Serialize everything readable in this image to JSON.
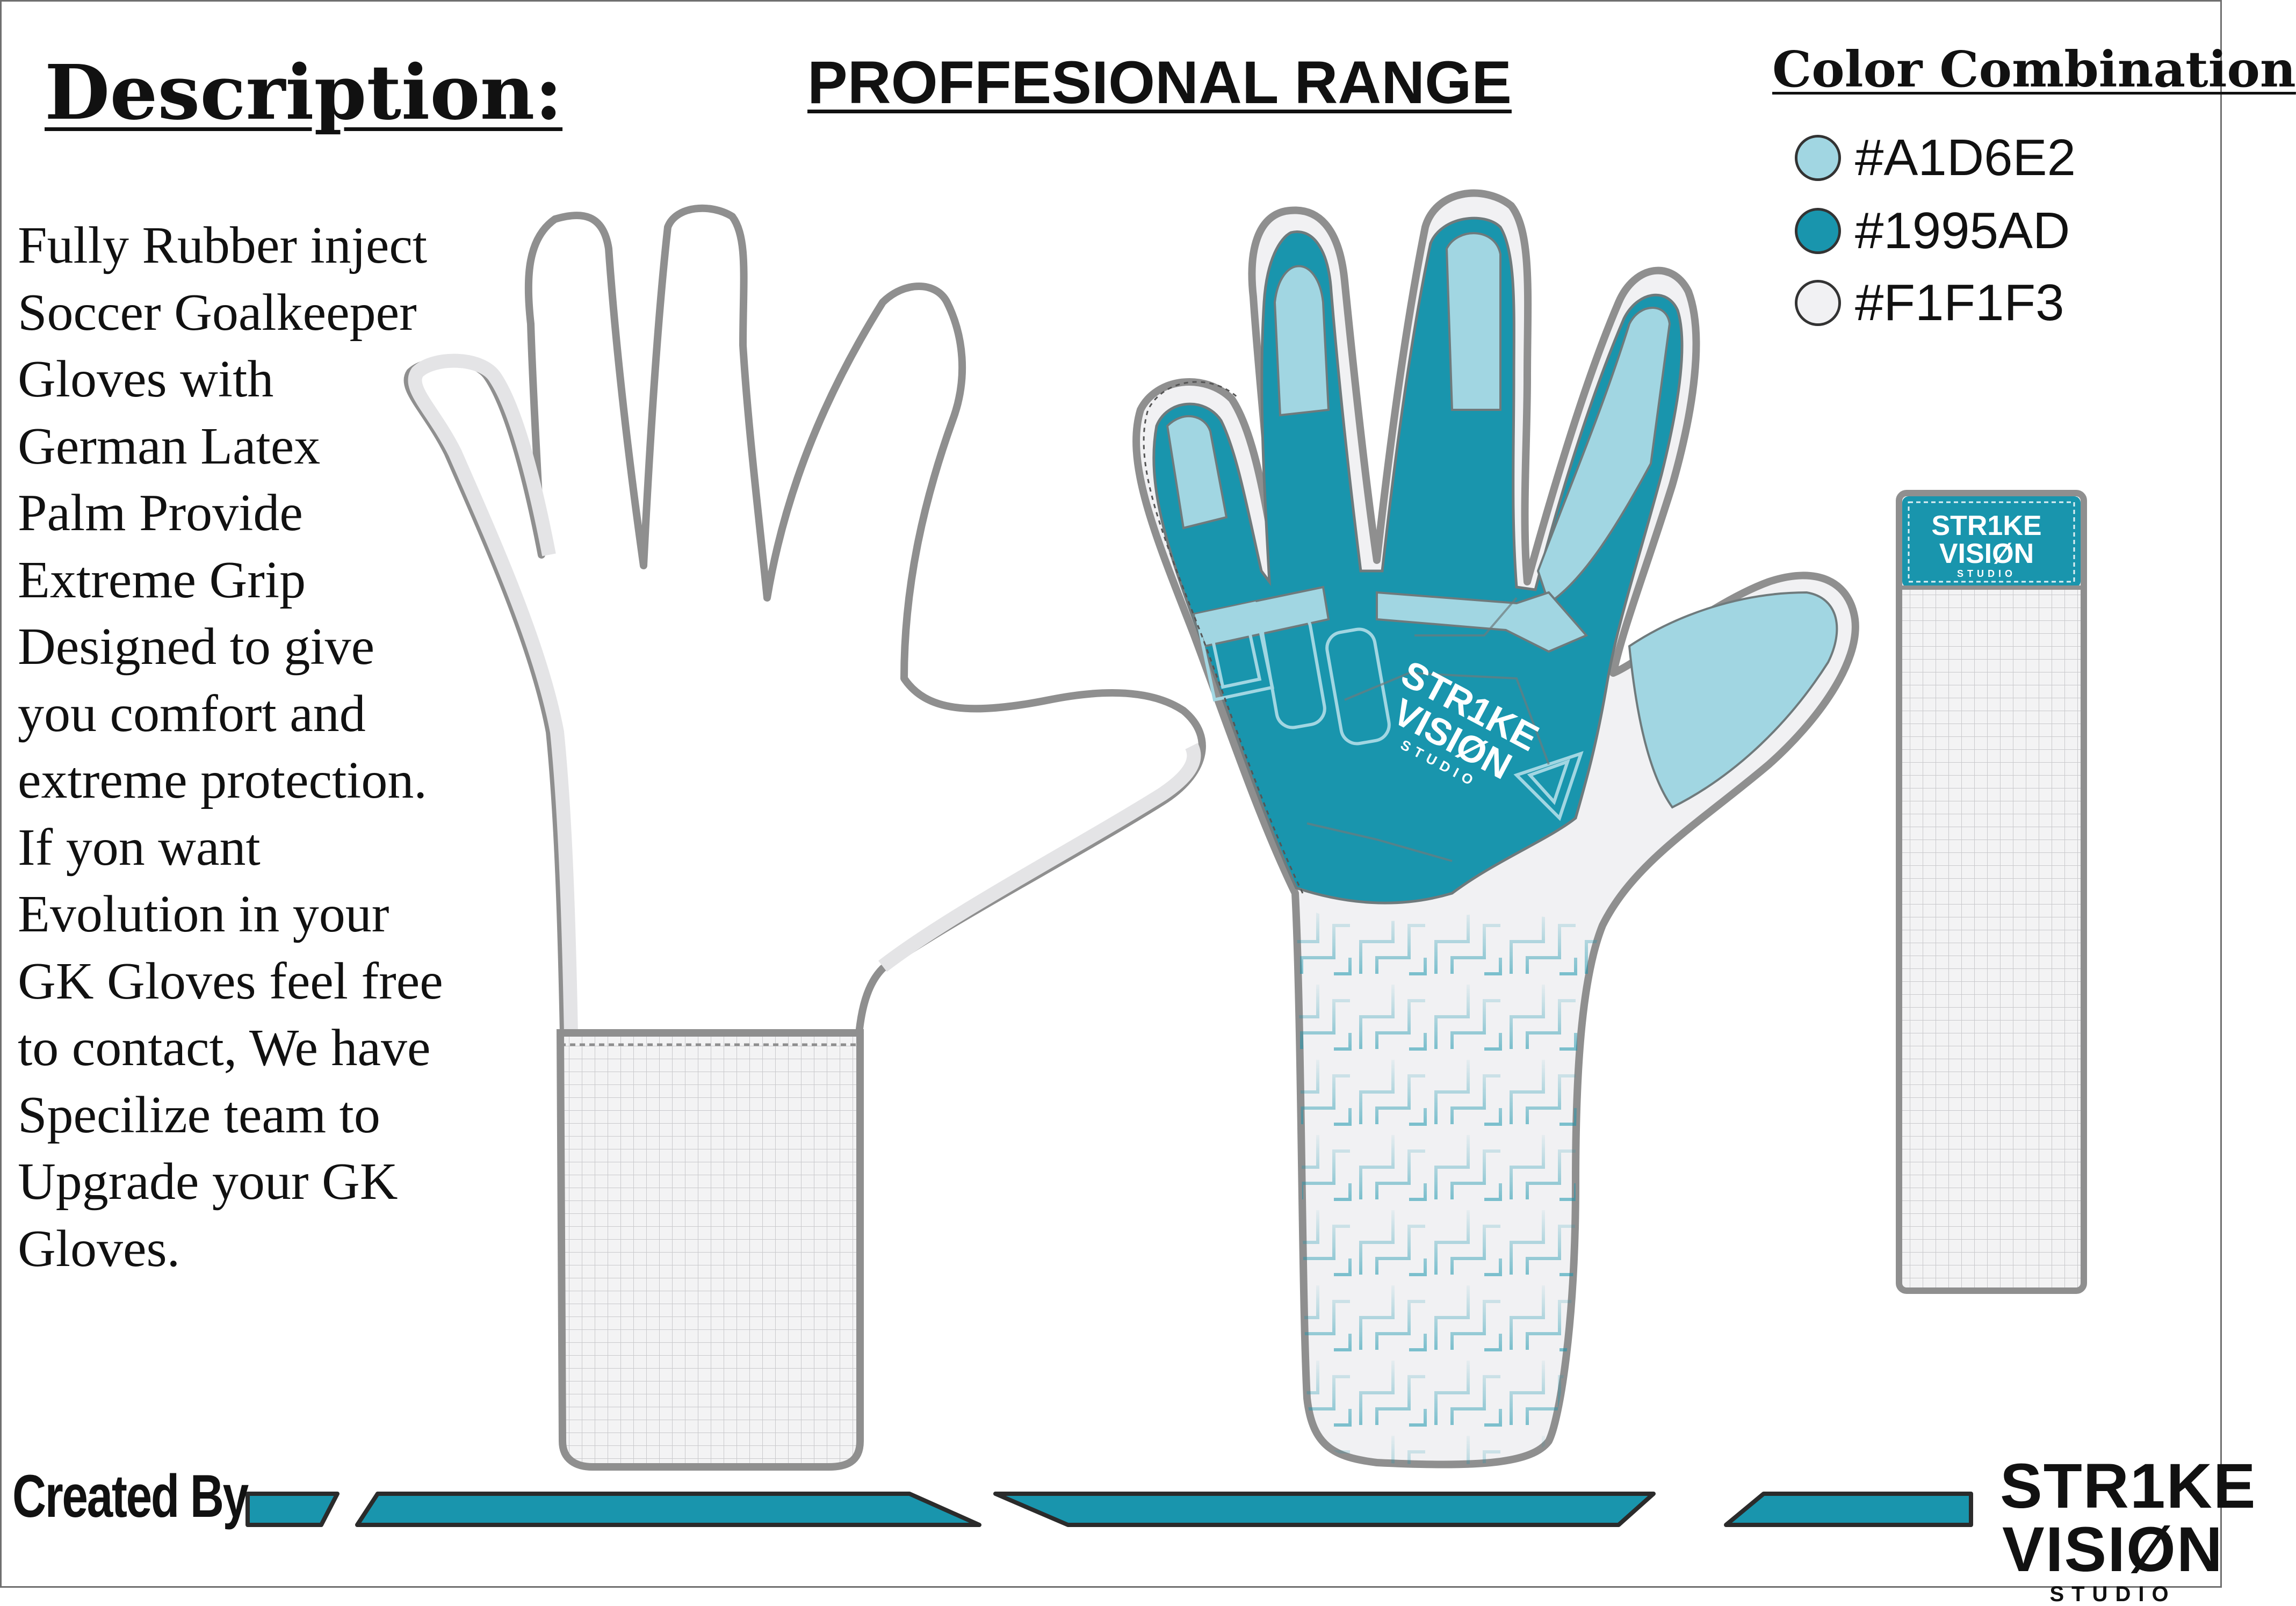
{
  "description": {
    "heading": "Description:",
    "lines": [
      "Fully Rubber inject",
      "Soccer Goalkeeper",
      "Gloves with",
      "German Latex",
      "Palm Provide",
      "Extreme Grip",
      "Designed to give",
      "you comfort and",
      "extreme protection.",
      "If yon want",
      "Evolution in your",
      "GK Gloves feel free",
      "to contact, We have",
      "Specilize team to",
      "Upgrade your GK",
      "Gloves."
    ]
  },
  "range_title": "PROFFESIONAL RANGE",
  "color_combination": {
    "title": "Color Combination",
    "swatches": [
      {
        "label": "#A1D6E2",
        "color": "#A1D6E2"
      },
      {
        "label": "#1995AD",
        "color": "#1995AD"
      },
      {
        "label": "#F1F1F3",
        "color": "#F1F1F3"
      }
    ]
  },
  "brand": {
    "line1": "STR1KE",
    "line2": "VISIØN",
    "line3": "STUDIO"
  },
  "footer": {
    "created_by": "Created By"
  }
}
